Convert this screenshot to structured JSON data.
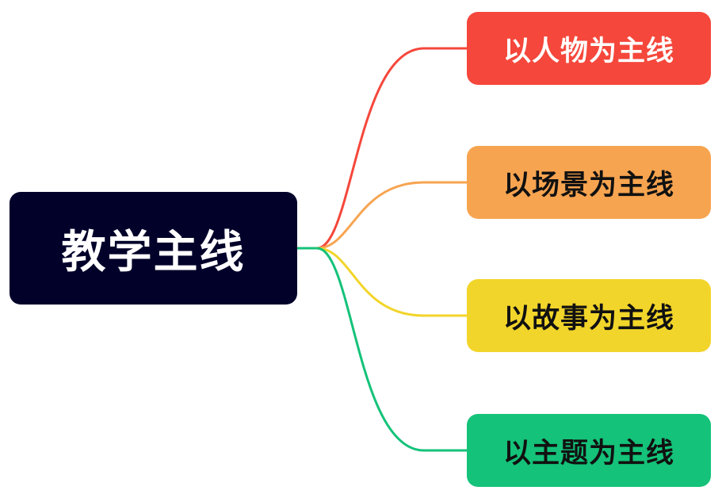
{
  "root": {
    "label": "教学主线",
    "bg": "#01012a",
    "text_color": "#ffffff"
  },
  "branches": [
    {
      "label": "以人物为主线",
      "bg": "#f5473b",
      "text_color": "#ffffff",
      "line_color": "#f5473b"
    },
    {
      "label": "以场景为主线",
      "bg": "#f7a450",
      "text_color": "#111111",
      "line_color": "#f7a450"
    },
    {
      "label": "以故事为主线",
      "bg": "#f2d52a",
      "text_color": "#111111",
      "line_color": "#f2d52a"
    },
    {
      "label": "以主题为主线",
      "bg": "#14c279",
      "text_color": "#111111",
      "line_color": "#14c279"
    }
  ]
}
